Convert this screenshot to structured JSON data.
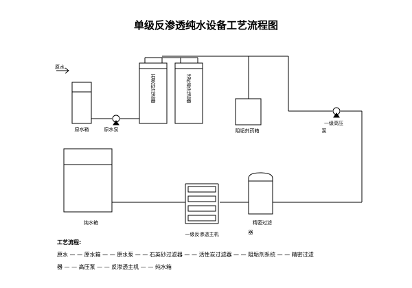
{
  "title": "单级反渗透纯水设备工艺流程图",
  "labels": {
    "raw_water": "原水",
    "raw_tank": "原水箱",
    "raw_pump": "原水泵",
    "quartz_filter": "石英砂过滤器",
    "carbon_filter": "活性炭过滤器",
    "antiscalant_tank": "阻垢剂药箱",
    "hp_pump_line1": "一级高压",
    "hp_pump_line2": "泵",
    "pure_tank": "纯水箱",
    "ro_unit": "一级反渗透主机",
    "precision_filter_line1": "精密过滤",
    "precision_filter_line2": "器"
  },
  "process": {
    "heading": "工艺流程:",
    "line1": "原水 — — 原水箱 — — 原水泵 — — 石英砂过滤器 — — 活性炭过滤器 — — 阻垢剂系统 — — 精密过滤",
    "line2": "器 — — 高压泵 — — 反渗透主机 — — 纯水箱"
  }
}
